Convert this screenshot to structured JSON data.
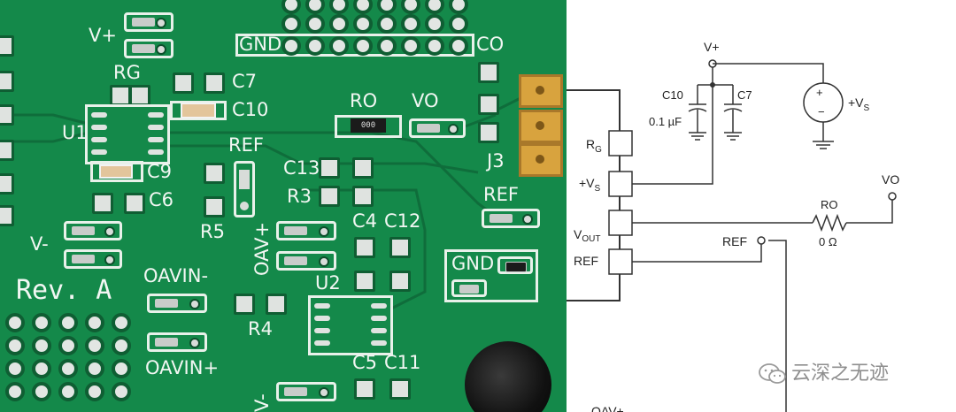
{
  "pcb": {
    "labels": {
      "v_plus": "V+",
      "rg": "RG",
      "c7": "C7",
      "c10": "C10",
      "u1": "U1",
      "ro": "RO",
      "vo": "VO",
      "gnd_top": "GND",
      "c0": "CO",
      "j3": "J3",
      "ref_mid": "REF",
      "c9": "C9",
      "c6": "C6",
      "c13": "C13",
      "r3": "R3",
      "r5": "R5",
      "oav_plus": "OAV+",
      "c4": "C4",
      "c12": "C12",
      "ref_right": "REF",
      "gnd_right": "GND",
      "v_minus": "V-",
      "rev": "Rev. A",
      "oavin_minus": "OAVIN-",
      "u2": "U2",
      "r4": "R4",
      "oavin_plus": "OAVIN+",
      "c5": "C5",
      "c11": "C11",
      "v_minus_bottom": "V-",
      "ro_chip": "000"
    }
  },
  "schematic": {
    "v_plus": "V+",
    "c10": "C10",
    "c10_value": "0.1 µF",
    "c7": "C7",
    "plus_vs_label": "+V",
    "plus_vs_sub": "S",
    "rg": "R",
    "rg_sub": "G",
    "vs_pin": "+V",
    "vs_pin_sub": "S",
    "vout": "V",
    "vout_sub": "OUT",
    "ref_pin": "REF",
    "ro": "RO",
    "ro_value": "0 Ω",
    "vo": "VO",
    "ref_node": "REF",
    "oav_plus": "OAV+",
    "source_plus": "+",
    "source_minus": "−"
  },
  "watermark": {
    "text": "云深之无迹"
  },
  "colors": {
    "pcb_green": "#14894a",
    "silkscreen": "#f2f7f3",
    "gold": "#d8a33e",
    "wire": "#333333"
  }
}
